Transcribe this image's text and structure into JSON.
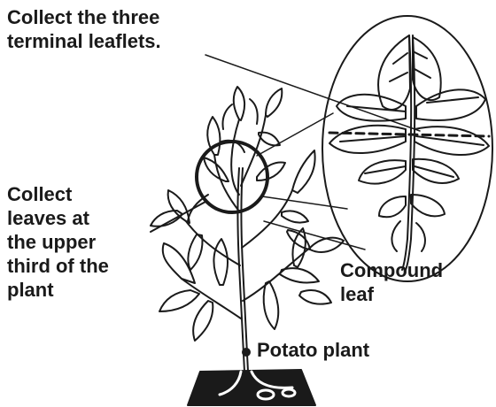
{
  "labels": {
    "terminal": [
      "Collect the three",
      "terminal leaflets."
    ],
    "upper": [
      "Collect",
      "leaves at",
      "the upper",
      "third of the",
      "plant"
    ],
    "compound": [
      "Compound",
      "leaf"
    ],
    "plant": "Potato plant"
  },
  "colors": {
    "ink": "#1a1a1a",
    "background": "#ffffff"
  }
}
